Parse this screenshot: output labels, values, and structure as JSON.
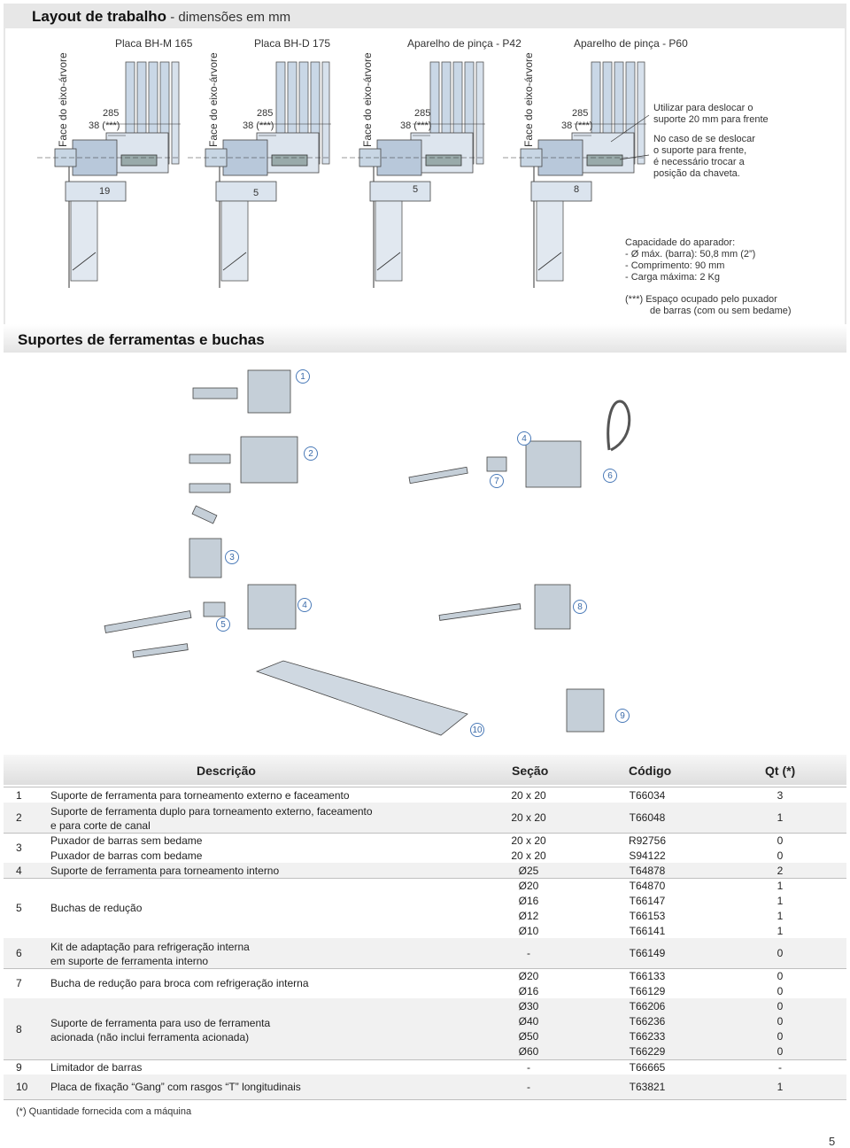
{
  "header": {
    "title_bold": "Layout de trabalho",
    "title_sep": " - ",
    "title_light": "dimensões em mm"
  },
  "layout": {
    "columns": [
      {
        "title": "Placa BH-M 165",
        "spindle": "Face do eixo-árvore",
        "dim_top": "285",
        "dim_mid": "38 (***)",
        "dim_bot": "19"
      },
      {
        "title": "Placa BH-D 175",
        "spindle": "Face do eixo-árvore",
        "dim_top": "285",
        "dim_mid": "38 (***)",
        "dim_bot": "5"
      },
      {
        "title": "Aparelho de pinça - P42",
        "spindle": "Face do eixo-árvore",
        "dim_top": "285",
        "dim_mid": "38 (***)",
        "dim_bot": "5"
      },
      {
        "title": "Aparelho de pinça - P60",
        "spindle": "Face do eixo-árvore",
        "dim_top": "285",
        "dim_mid": "38 (***)",
        "dim_bot": "8"
      }
    ],
    "note1": [
      "Utilizar para deslocar o",
      "suporte 20 mm para frente"
    ],
    "note2": [
      "No caso de se deslocar",
      "o suporte para frente,",
      "é necessário trocar a",
      "posição da chaveta."
    ],
    "capacity": [
      "Capacidade do aparador:",
      "- Ø máx. (barra): 50,8 mm (2”)",
      "- Comprimento: 90 mm",
      "- Carga máxima: 2 Kg"
    ],
    "space_note": [
      "(***) Espaço ocupado pelo puxador",
      "de barras (com ou sem bedame)"
    ]
  },
  "section2": {
    "title": "Suportes de ferramentas e buchas"
  },
  "callouts": [
    "1",
    "2",
    "3",
    "4",
    "5",
    "4",
    "7",
    "6",
    "8",
    "9",
    "10"
  ],
  "table": {
    "headers": {
      "desc": "Descrição",
      "secao": "Seção",
      "codigo": "Código",
      "qt": "Qt (*)"
    },
    "rows": [
      {
        "n": "1",
        "desc": [
          "Suporte de ferramenta para torneamento externo e faceamento"
        ],
        "items": [
          [
            "20 x 20",
            "T66034",
            "3"
          ]
        ]
      },
      {
        "n": "2",
        "desc": [
          "Suporte de ferramenta duplo para torneamento externo, faceamento",
          "e para corte de canal"
        ],
        "items": [
          [
            "20 x 20",
            "T66048",
            "1"
          ]
        ]
      },
      {
        "n": "3",
        "desc": [
          "Puxador de barras sem bedame",
          "Puxador de barras com bedame"
        ],
        "items": [
          [
            "20 x 20",
            "R92756",
            "0"
          ],
          [
            "20 x 20",
            "S94122",
            "0"
          ]
        ]
      },
      {
        "n": "4",
        "desc": [
          "Suporte de ferramenta para torneamento interno"
        ],
        "items": [
          [
            "Ø25",
            "T64878",
            "2"
          ]
        ]
      },
      {
        "n": "5",
        "desc": [
          "Buchas de redução"
        ],
        "items": [
          [
            "Ø20",
            "T64870",
            "1"
          ],
          [
            "Ø16",
            "T66147",
            "1"
          ],
          [
            "Ø12",
            "T66153",
            "1"
          ],
          [
            "Ø10",
            "T66141",
            "1"
          ]
        ]
      },
      {
        "n": "6",
        "desc": [
          "Kit de adaptação para refrigeração interna",
          "em suporte de ferramenta interno"
        ],
        "items": [
          [
            "-",
            "T66149",
            "0"
          ]
        ]
      },
      {
        "n": "7",
        "desc": [
          "Bucha de redução para broca com refrigeração interna"
        ],
        "items": [
          [
            "Ø20",
            "T66133",
            "0"
          ],
          [
            "Ø16",
            "T66129",
            "0"
          ]
        ]
      },
      {
        "n": "8",
        "desc": [
          "Suporte de ferramenta para uso de ferramenta",
          "acionada (não inclui ferramenta acionada)"
        ],
        "items": [
          [
            "Ø30",
            "T66206",
            "0"
          ],
          [
            "Ø40",
            "T66236",
            "0"
          ],
          [
            "Ø50",
            "T66233",
            "0"
          ],
          [
            "Ø60",
            "T66229",
            "0"
          ]
        ]
      },
      {
        "n": "9",
        "desc": [
          "Limitador de barras"
        ],
        "items": [
          [
            "-",
            "T66665",
            "-"
          ]
        ]
      },
      {
        "n": "10",
        "desc": [
          "Placa de fixação “Gang” com rasgos “T” longitudinais"
        ],
        "items": [
          [
            "-",
            "T63821",
            "1"
          ]
        ]
      }
    ]
  },
  "footnote": "(*) Quantidade fornecida com a máquina",
  "page_number": "5"
}
